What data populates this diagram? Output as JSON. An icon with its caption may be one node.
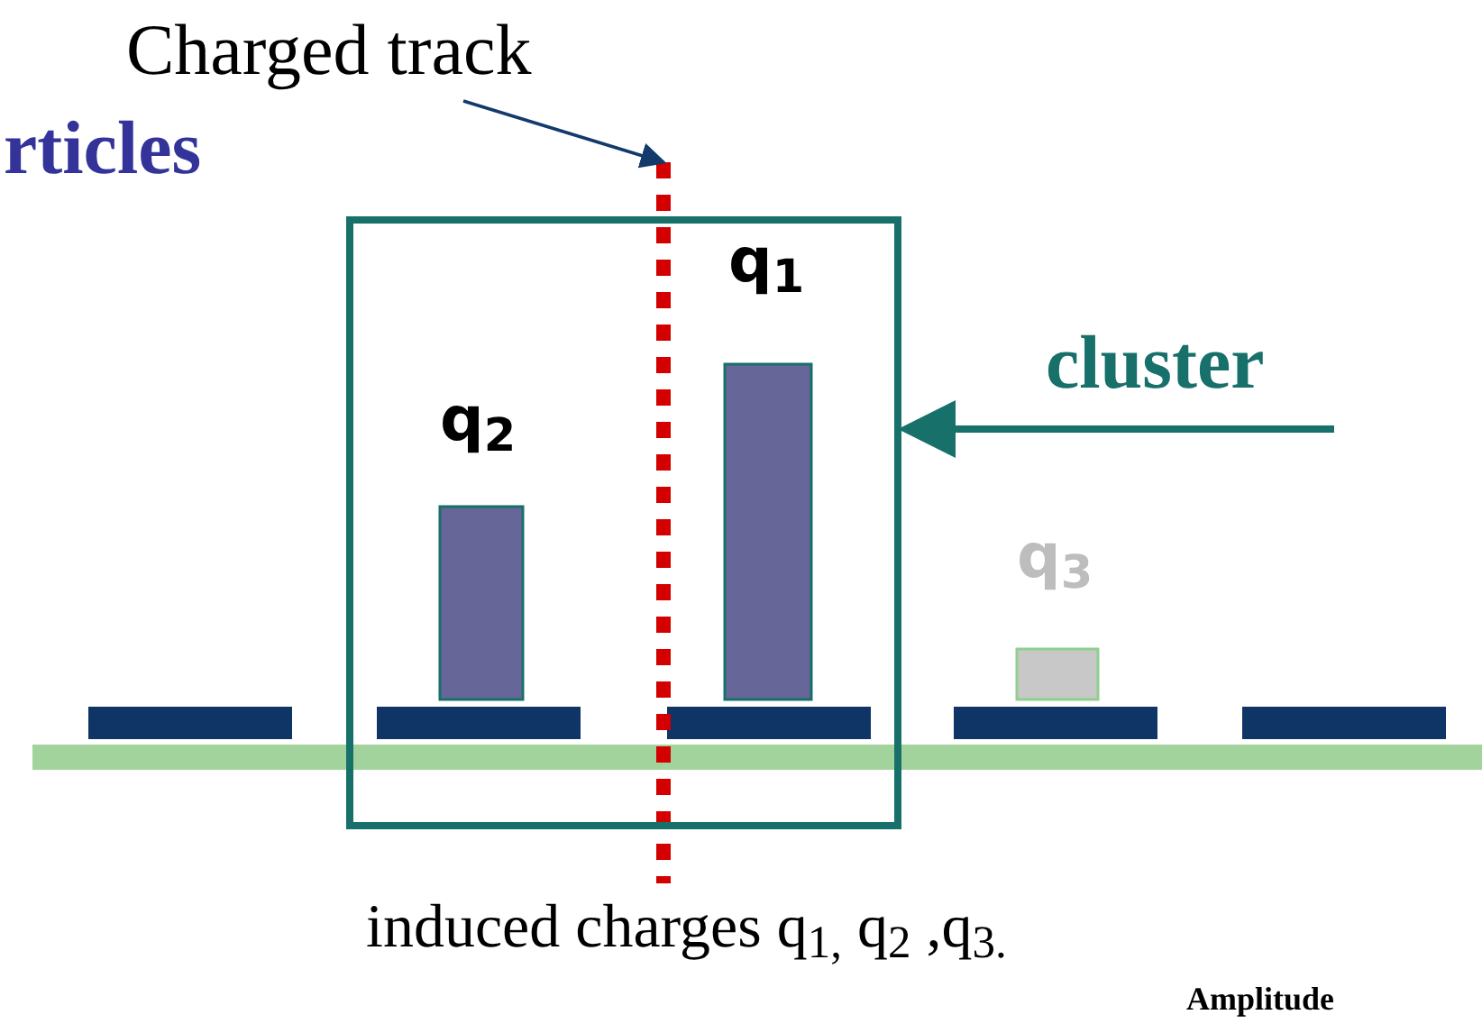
{
  "diagram": {
    "nodes": [
      {
        "text": [
          "Charged track"
        ]
      },
      {
        "text": [],
        "shape": "line"
      },
      {
        "text": [],
        "shape": "box"
      },
      {
        "text": [
          "cluster"
        ]
      }
    ],
    "edges": [
      {
        "from": 0,
        "to": 1,
        "arrow": "to",
        "color": "#123a6b"
      },
      {
        "from": 3,
        "to": 2,
        "arrow": "to",
        "style": "thick",
        "color": "#17706a"
      }
    ],
    "labels": [
      "rticles",
      "q$_{1}$",
      "q$_{2}$",
      "q$_{3}$",
      "induced charges  q$_{1,}$ q$_{2}$ ,q$_{3.}$",
      "Amplitude"
    ]
  }
}
